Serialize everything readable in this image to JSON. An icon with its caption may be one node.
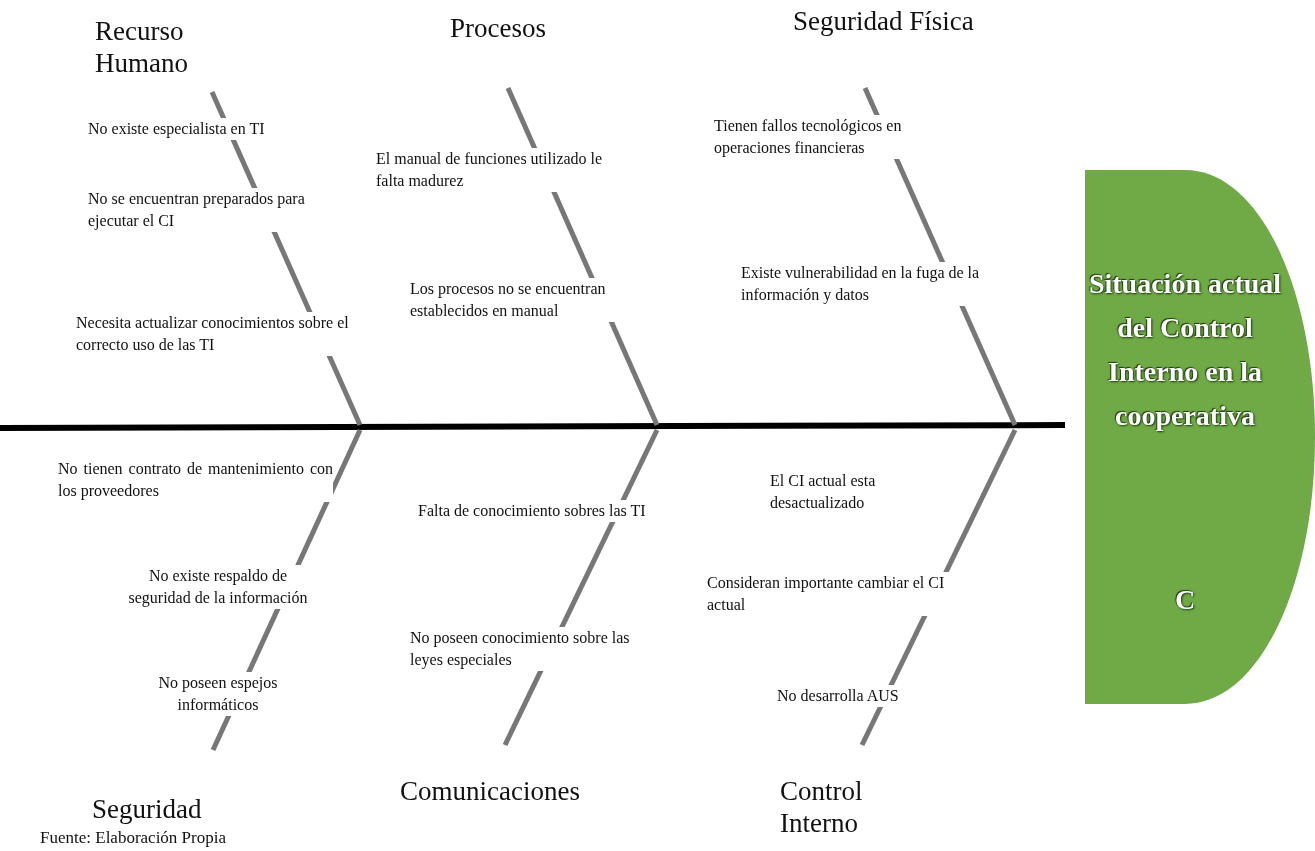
{
  "diagram": {
    "caption": "Fuente: Elaboración Propia",
    "nodes": [
      {
        "text": [
          "Situación actual del Control Interno en la cooperativa",
          "C"
        ]
      }
    ],
    "labels": [
      "Recurso Humano",
      "No existe especialista en TI",
      "No se encuentran preparados para ejecutar el CI",
      "Necesita actualizar conocimientos sobre el correcto uso de las TI",
      "Procesos",
      "El manual de funciones utilizado le falta madurez",
      "Los procesos no se encuentran establecidos en manual",
      "Seguridad Física",
      "Tienen fallos tecnológicos en operaciones financieras",
      "Existe vulnerabilidad en la fuga de la información y datos",
      "No tienen contrato de mantenimiento con los proveedores",
      "No existe respaldo de seguridad de la información",
      "No poseen espejos informáticos",
      "Seguridad",
      "Falta de conocimiento sobres las TI",
      "No poseen conocimiento sobre las leyes especiales",
      "Comunicaciones",
      "El CI actual esta desactualizado",
      "Consideran importante cambiar el CI actual",
      "No desarrolla AUS",
      "Control Interno"
    ]
  }
}
